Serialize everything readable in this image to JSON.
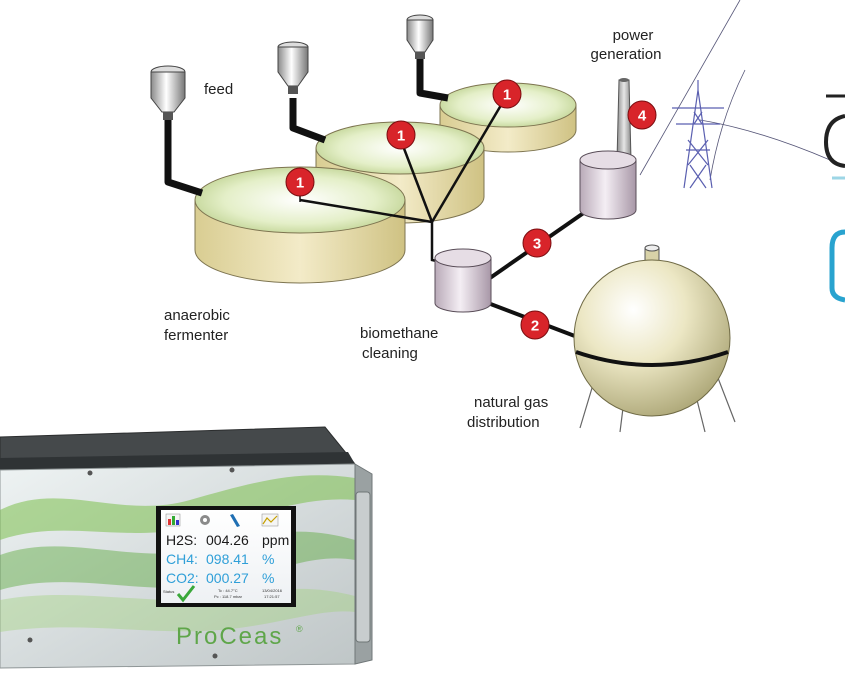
{
  "labels": {
    "feed": "feed",
    "power_line1": "power",
    "power_line2": "generation",
    "fermenter_line1": "anaerobic",
    "fermenter_line2": "fermenter",
    "cleaning_line1": "biomethane",
    "cleaning_line2": "cleaning",
    "gas_line1": "natural gas",
    "gas_line2": "distribution"
  },
  "badges": {
    "tank_left": "1",
    "tank_middle": "1",
    "tank_right": "1",
    "gas": "2",
    "power_link": "3",
    "power": "4"
  },
  "analyzer": {
    "brand": "ProCeas",
    "brand_mark": "®",
    "readings": [
      {
        "label": "H2S:",
        "value": "004.26",
        "unit": "ppm"
      },
      {
        "label": "CH4:",
        "value": "098.41",
        "unit": "%"
      },
      {
        "label": "CO2:",
        "value": "000.27",
        "unit": "%"
      }
    ],
    "status_label": "Status",
    "temp_line": "Tc : 44.7°C",
    "pressure_line": "Pc : 118.7 mbar",
    "date": "13/04/2016",
    "time": "17:21:57"
  },
  "colors": {
    "badge": "#d8242a",
    "tank_top": "#e8f2cf",
    "tank_side": "#eadfb0",
    "pipe": "#111111",
    "reading_highlight": "#2f9fd8",
    "brand_green": "#5fa64a"
  }
}
